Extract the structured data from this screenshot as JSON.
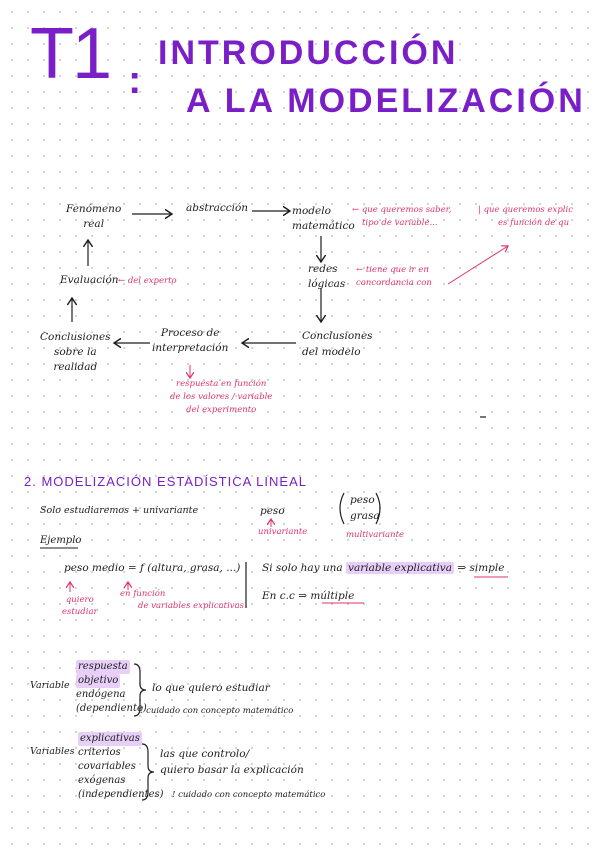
{
  "title": {
    "t1": "T1",
    "colon": ":",
    "line1": "INTRODUCCIÓN",
    "line2": "A LA MODELIZACIÓN"
  },
  "diagram": {
    "fenomeno_1": "Fenómeno",
    "fenomeno_2": "real",
    "abstraccion": "abstracción",
    "modelo_1": "modelo",
    "modelo_2": "matemático",
    "note_modelo_1": "← que queremos saber,",
    "note_modelo_2": "tipo de variable...",
    "note_right_1": "| que queremos explic",
    "note_right_2": "es función de qu",
    "redes_1": "redes",
    "redes_2": "lógicas",
    "note_redes_1": "← tiene que ir en",
    "note_redes_2": "concordancia con",
    "evaluacion": "Evaluación",
    "note_evaluacion": "← del experto",
    "conclusiones_modelo_1": "Conclusiones",
    "conclusiones_modelo_2": "del modelo",
    "proceso_1": "Proceso de",
    "proceso_2": "interpretación",
    "conclusiones_realidad_1": "Conclusiones",
    "conclusiones_realidad_2": "sobre la",
    "conclusiones_realidad_3": "realidad",
    "note_proceso_1": "respuesta en función",
    "note_proceso_2": "de los valores / variable",
    "note_proceso_3": "del experimento"
  },
  "section2": {
    "heading": "2. MODELIZACIÓN ESTADÍSTICA LINEAL",
    "solo": "Solo estudiaremos + univariante",
    "peso": "peso",
    "univariante": "univariante",
    "peso_b": "peso",
    "grasa_b": "grasa",
    "multivariante": "multivariante",
    "ejemplo": "Ejemplo",
    "formula": "peso medio = f (altura, grasa, ...)",
    "note_quiero_1": "quiero",
    "note_quiero_2": "estudiar",
    "note_funcion_1": "en función",
    "note_funcion_2": "de variables explicativas",
    "si_solo_1": "Si solo hay una",
    "si_solo_hl": "variable explicativa",
    "si_solo_2": "⇒ simple",
    "en_cc": "En c.c ⇒ múltiple"
  },
  "variables": {
    "v1_label": "Variable",
    "v1_a": "respuesta",
    "v1_b": "objetivo",
    "v1_c": "endógena",
    "v1_d": "(dependiente)",
    "v1_desc": "lo que quiero estudiar",
    "v1_note": "! cuidado con concepto matemático",
    "v2_label": "Variables",
    "v2_a": "explicativas",
    "v2_b": "criterios",
    "v2_c": "covariables",
    "v2_d": "exógenas",
    "v2_e": "(independientes)",
    "v2_desc_1": "las que controlo/",
    "v2_desc_2": "quiero basar la explicación",
    "v2_note": "! cuidado con concepto matemático"
  }
}
